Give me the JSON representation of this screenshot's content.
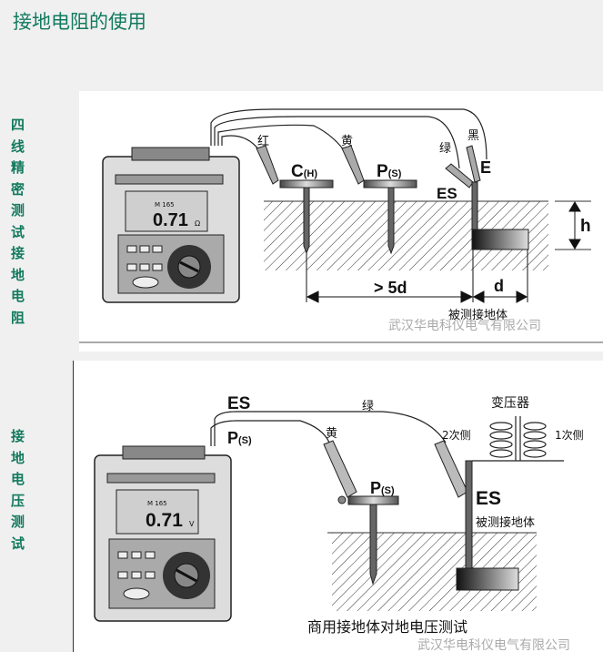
{
  "page_title": "接地电阻的使用",
  "section1": {
    "side_label": "四线精密测试接地电阻",
    "meter_reading": "0.71",
    "meter_unit": "Ω",
    "meter_model": "M 165",
    "wire_red": "红",
    "wire_yellow": "黄",
    "wire_green": "绿",
    "wire_black": "黑",
    "label_c": "C",
    "label_c_sub": "(H)",
    "label_p": "P",
    "label_p_sub": "(S)",
    "label_e": "E",
    "label_es": "ES",
    "label_h": "h",
    "label_5d": "> 5d",
    "label_d": "d",
    "ground_body": "被测接地体",
    "watermark": "武汉华电科仪电气有限公司"
  },
  "section2": {
    "side_label": "接地电压测试",
    "meter_reading": "0.71",
    "meter_unit": "V",
    "meter_model": "M 165",
    "label_es_top": "ES",
    "label_p_top": "P",
    "label_p_top_sub": "(S)",
    "wire_green": "绿",
    "wire_yellow": "黄",
    "label_p": "P",
    "label_p_sub": "(S)",
    "transformer": "变压器",
    "secondary": "2次侧",
    "primary": "1次侧",
    "label_es": "ES",
    "ground_body": "被测接地体",
    "caption": "商用接地体对地电压测试",
    "watermark": "武汉华电科仪电气有限公司"
  }
}
